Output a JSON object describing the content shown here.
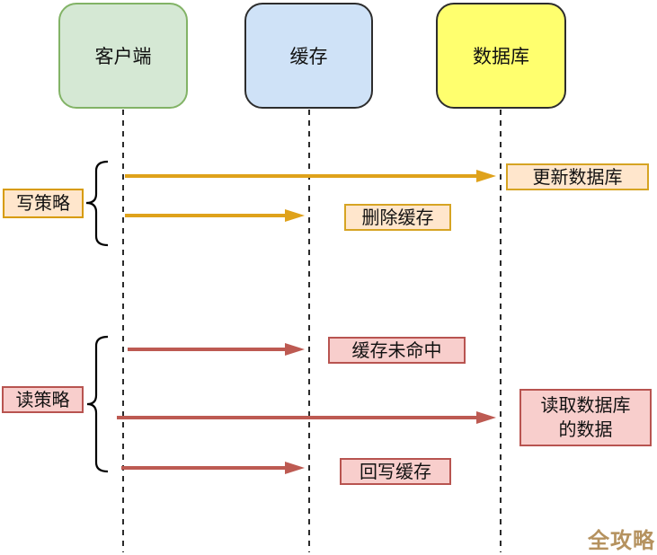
{
  "actors": [
    {
      "label": "客户端"
    },
    {
      "label": "缓存"
    },
    {
      "label": "数据库"
    }
  ],
  "groups": [
    {
      "label": "写策略"
    },
    {
      "label": "读策略"
    }
  ],
  "messages": [
    {
      "label": "更新数据库",
      "from": "客户端",
      "to": "数据库",
      "group": "写策略"
    },
    {
      "label": "删除缓存",
      "from": "客户端",
      "to": "缓存",
      "group": "写策略"
    },
    {
      "label": "缓存未命中",
      "from": "客户端",
      "to": "缓存",
      "group": "读策略"
    },
    {
      "label": "读取数据库\n的数据",
      "from": "客户端",
      "to": "数据库",
      "group": "读策略"
    },
    {
      "label": "回写缓存",
      "from": "客户端",
      "to": "缓存",
      "group": "读策略"
    }
  ],
  "watermark": {
    "text": "全攻略"
  },
  "colors": {
    "client_fill": "#d5e8d4",
    "client_border": "#82b366",
    "cache_fill": "#cfe2f7",
    "cache_border": "#2d2d2d",
    "database_fill": "#ffff6e",
    "database_border": "#2d2d2d",
    "write_arrow": "#dfa21b",
    "write_label_fill": "#ffe6cc",
    "write_label_border": "#d79b00",
    "message_gold_border": "#d6a423",
    "read_arrow": "#bd5a52",
    "read_label_fill": "#f8cecc",
    "read_label_border": "#b85450",
    "lifeline": "#2b2b2b",
    "watermark": "#b5925f"
  }
}
